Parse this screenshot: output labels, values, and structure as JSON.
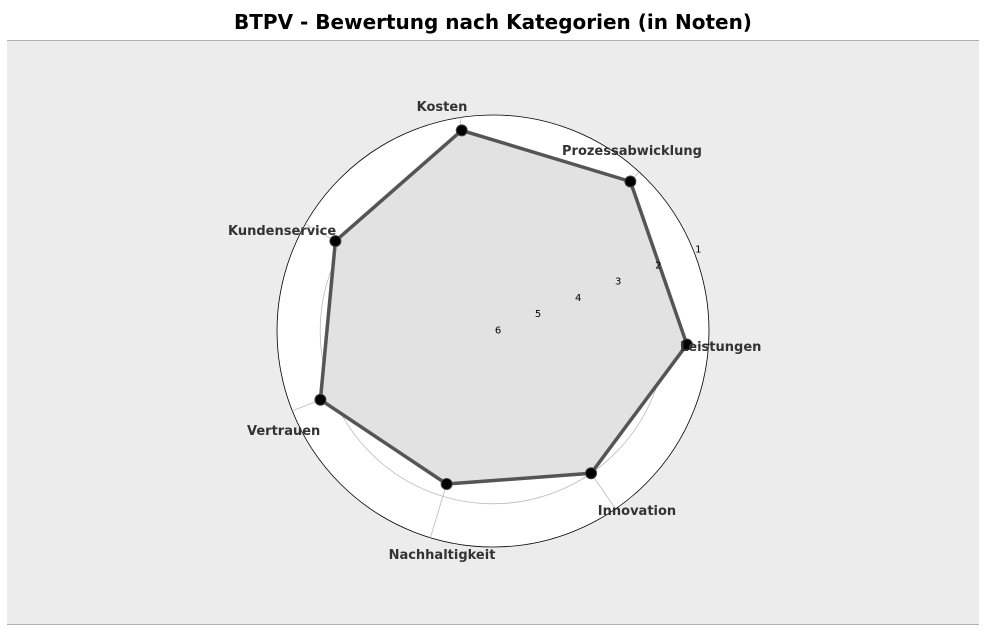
{
  "title": "BTPV - Bewertung nach Kategorien (in Noten)",
  "colors": {
    "panel_background": "#ececec",
    "plot_background": "#ffffff",
    "fill": "#e2e2e2",
    "line": "#555555",
    "marker": "#000000",
    "grid": "#bbbbbb"
  },
  "chart_data": {
    "type": "radar",
    "title": "BTPV - Bewertung nach Kategorien (in Noten)",
    "categories": [
      "Leistungen",
      "Prozessabwicklung",
      "Kosten",
      "Kundenservice",
      "Vertrauen",
      "Nachhaltigkeit",
      "Innovation"
    ],
    "values": [
      1.5,
      1.3,
      1.3,
      1.8,
      1.7,
      2.3,
      2.0
    ],
    "radial_axis": {
      "inverted": true,
      "min": 1,
      "max": 6,
      "ticks": [
        "1",
        "2",
        "3",
        "4",
        "5",
        "6"
      ]
    },
    "grid": true,
    "legend": "none"
  }
}
